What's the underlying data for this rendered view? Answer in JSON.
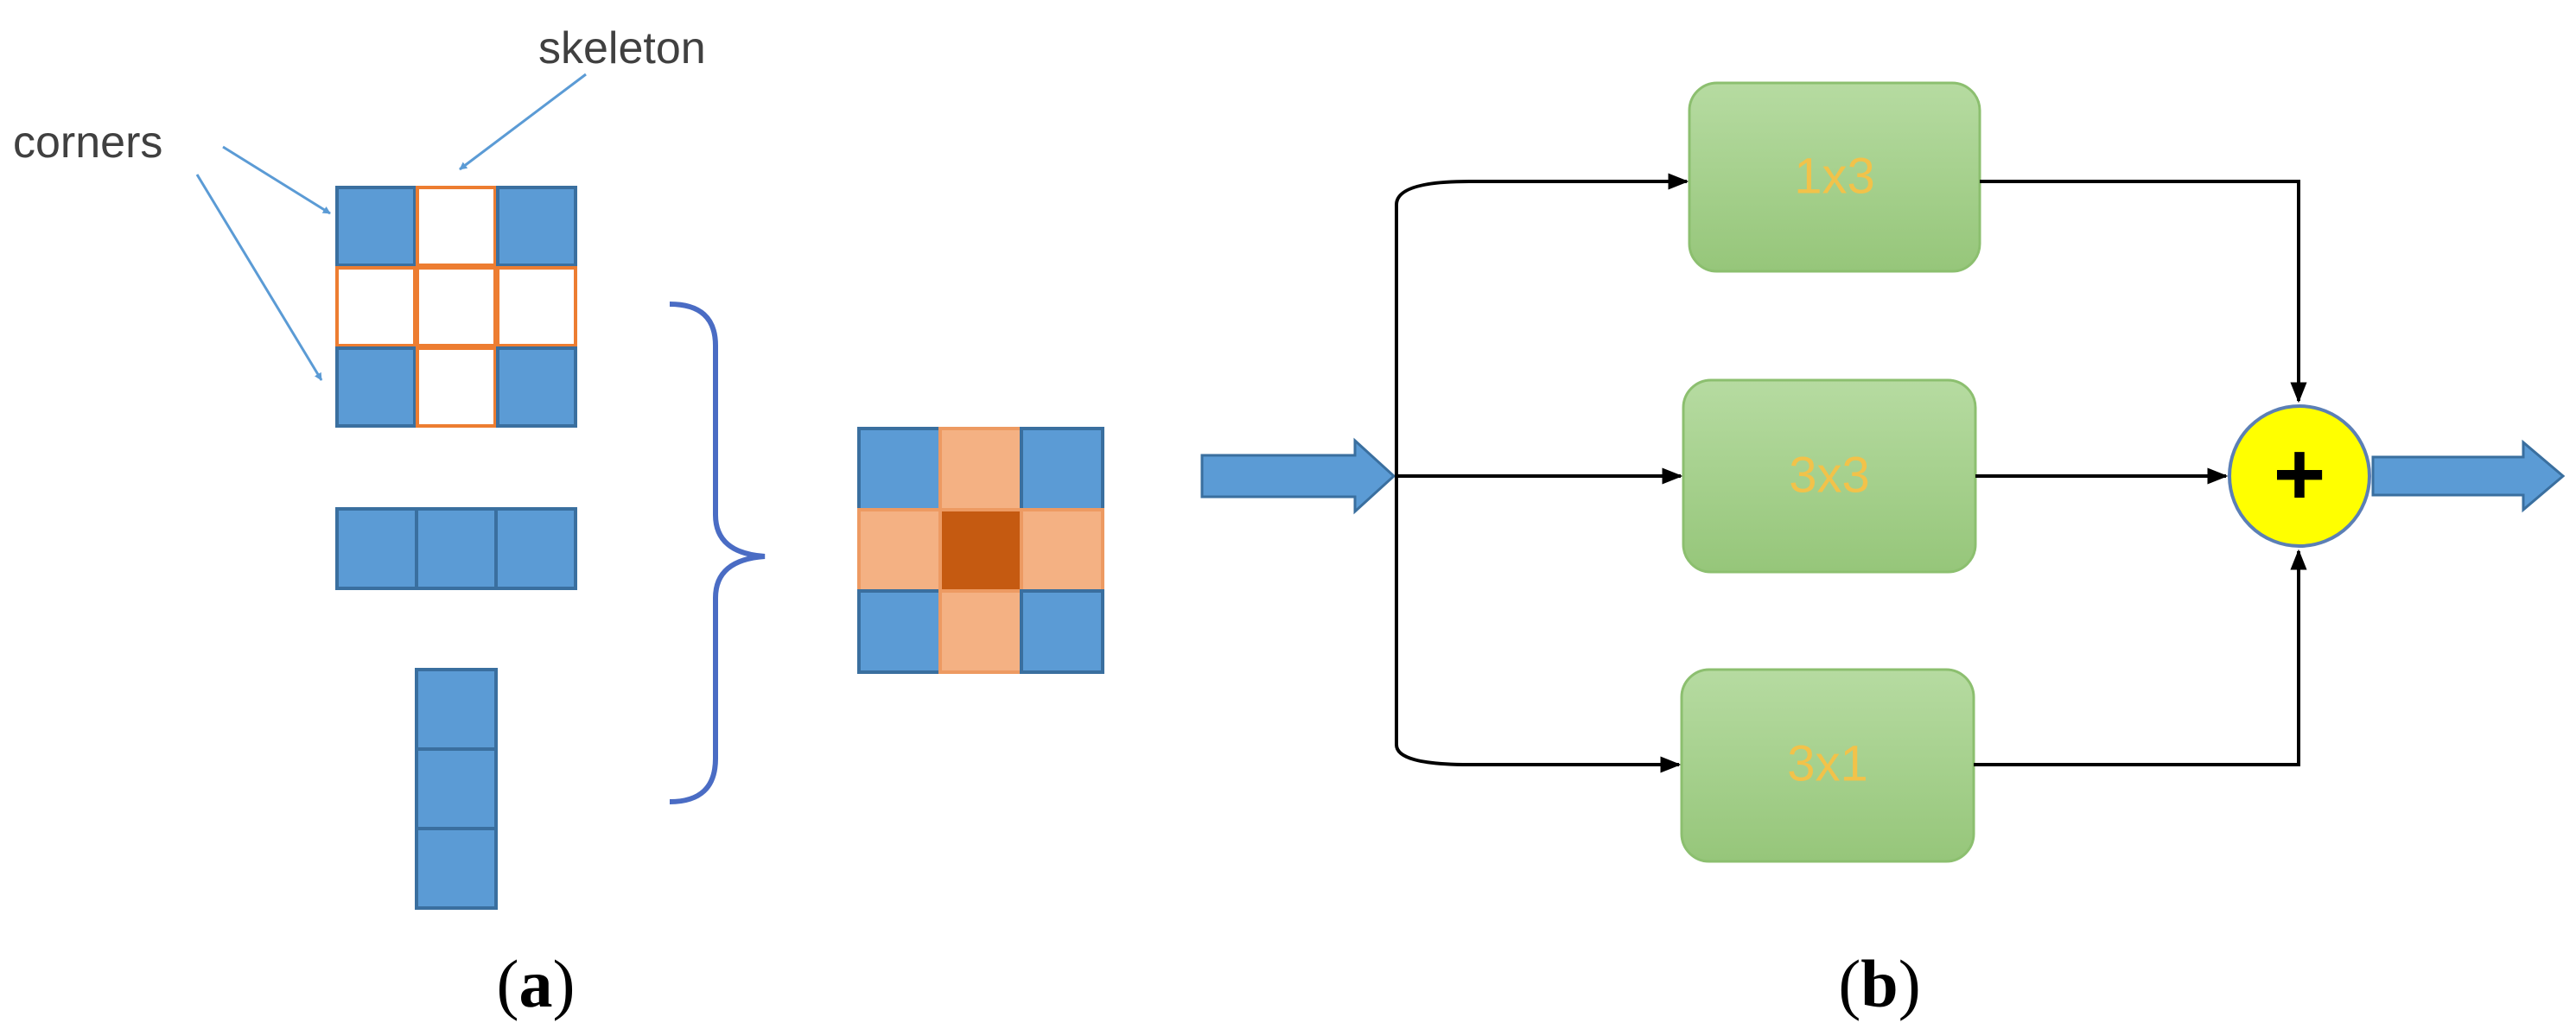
{
  "panel_a": {
    "label_corners": "corners",
    "label_skeleton": "skeleton",
    "caption_letter": "a",
    "colors": {
      "blue": "#5b9bd5",
      "blue_border": "#3a6f9f",
      "orange_border": "#ed7d31",
      "light_orange": "#f4b183",
      "dark_orange": "#c55a11"
    }
  },
  "panel_b": {
    "box_top": "1x3",
    "box_middle": "3x3",
    "box_bottom": "3x1",
    "sum_symbol": "+",
    "caption_letter": "b",
    "colors": {
      "box_fill": "#a9d18e",
      "box_text": "#f2c24a",
      "sum_fill": "#ffff00",
      "arrow_fill": "#5b9bd5"
    }
  }
}
